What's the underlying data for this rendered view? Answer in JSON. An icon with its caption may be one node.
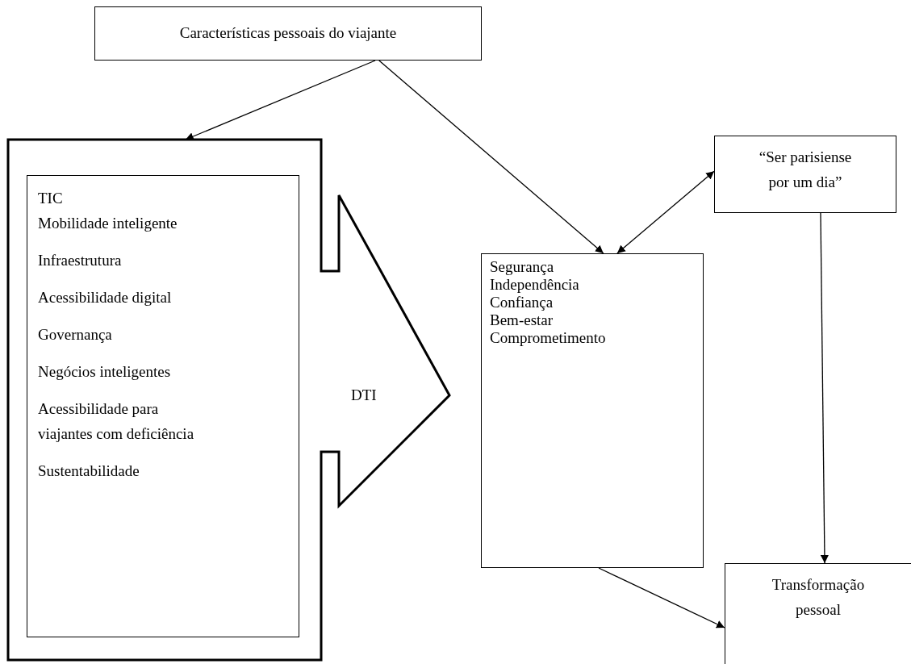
{
  "diagram": {
    "nodes": [
      {
        "text": [
          "Características pessoais do viajante"
        ]
      },
      {
        "text": [
          "DTI"
        ]
      },
      {
        "text": [
          "TIC",
          "Mobilidade inteligente",
          "Infraestrutura",
          "Acessibilidade digital",
          "Governança",
          "Negócios inteligentes",
          "Acessibilidade para viajantes com deficiência",
          "Sustentabilidade"
        ],
        "in": 1
      },
      {
        "text": [
          "“Ser parisiense por um dia”"
        ]
      },
      {
        "text": [
          "Segurança",
          "Independência",
          "Confiança",
          "Bem-estar",
          "Comprometimento"
        ]
      },
      {
        "text": [
          "Transformação pessoal"
        ]
      }
    ],
    "edges": [
      {
        "from": 0,
        "to": 1,
        "arrow": "to"
      },
      {
        "from": 0,
        "to": 4,
        "arrow": "to"
      },
      {
        "from": 4,
        "to": 3,
        "arrow": "both"
      },
      {
        "from": 3,
        "to": 5,
        "arrow": "to"
      },
      {
        "from": 4,
        "to": 5,
        "arrow": "to"
      }
    ]
  }
}
